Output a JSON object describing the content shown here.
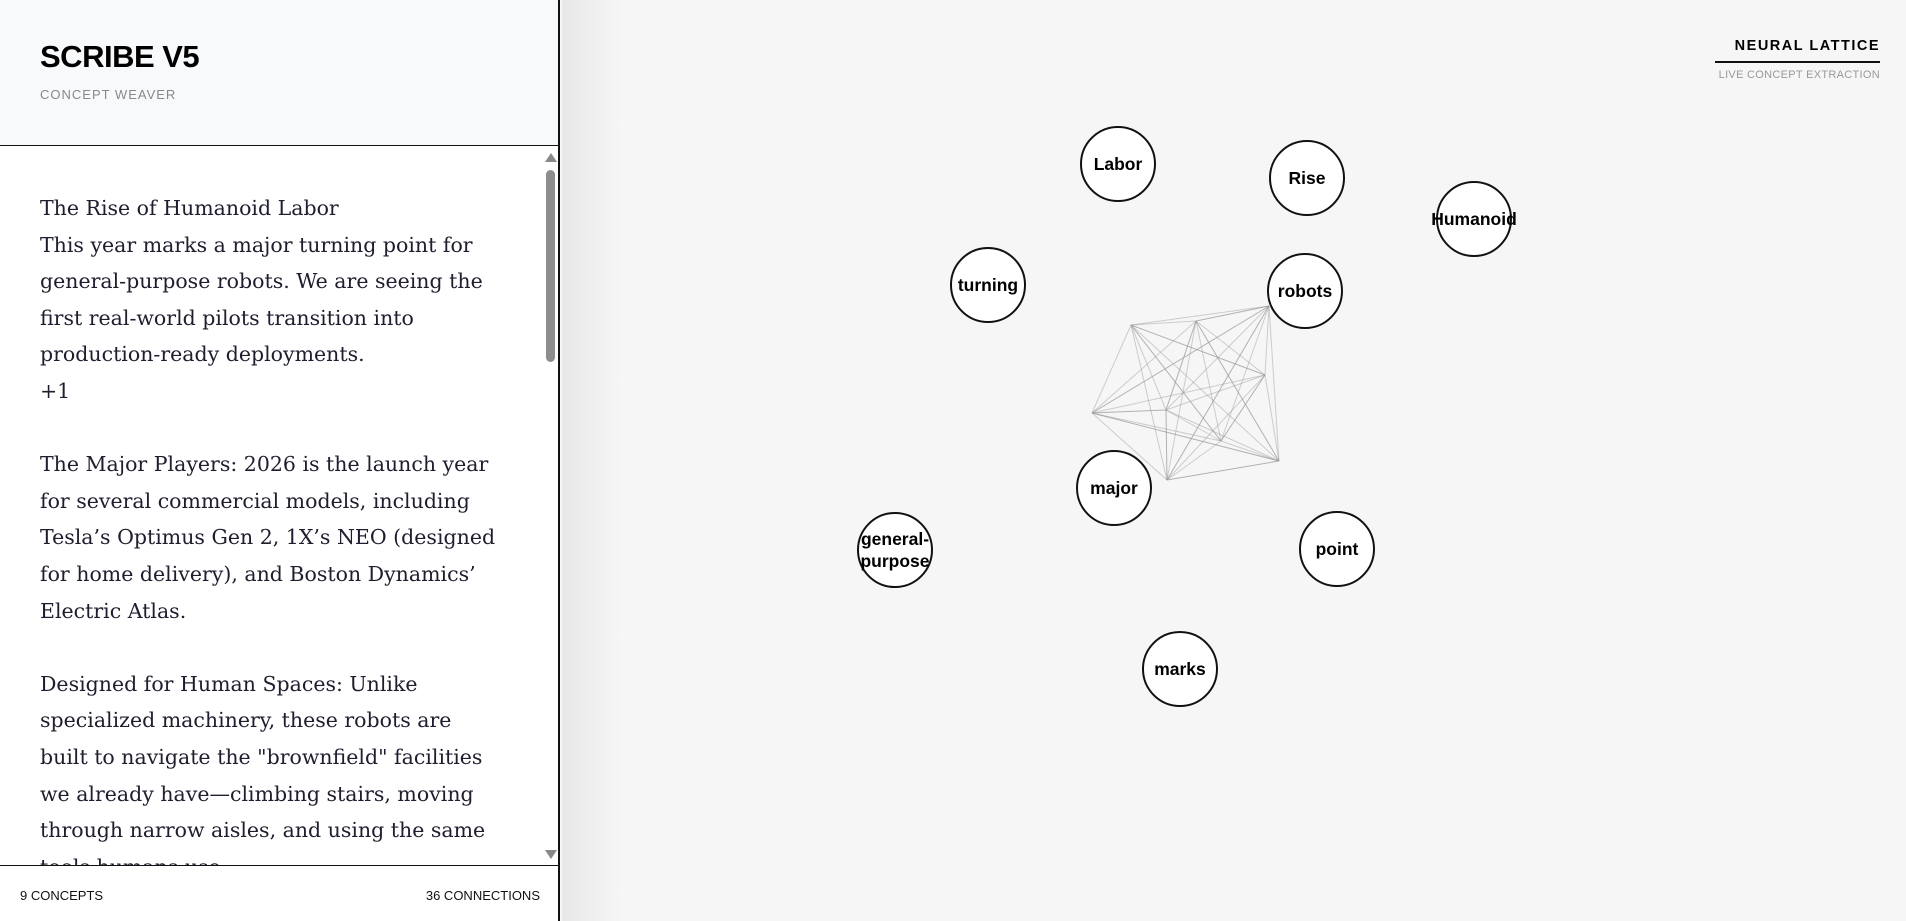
{
  "app": {
    "title": "SCRIBE V5",
    "subtitle": "CONCEPT WEAVER"
  },
  "editor": {
    "paragraphs": [
      "The Rise of Humanoid Labor",
      "This year marks a major turning point for general-purpose robots. We are seeing the first real-world pilots transition into production-ready deployments.",
      "+1",
      "",
      "The Major Players: 2026 is the launch year for several commercial models, including Tesla’s Optimus Gen 2, 1X’s NEO (designed for home delivery), and Boston Dynamics’ Electric Atlas.",
      "",
      "Designed for Human Spaces: Unlike specialized machinery, these robots are built to navigate the \"brownfield\" facilities we already have—climbing stairs, moving through narrow aisles, and using the same tools humans use."
    ]
  },
  "footer": {
    "concepts": "9 CONCEPTS",
    "connections": "36 CONNECTIONS"
  },
  "brand": {
    "title": "NEURAL LATTICE",
    "subtitle": "LIVE CONCEPT EXTRACTION"
  },
  "concepts": [
    {
      "id": "labor",
      "label": "Labor"
    },
    {
      "id": "rise",
      "label": "Rise"
    },
    {
      "id": "humanoid",
      "label": "Humanoid"
    },
    {
      "id": "turning",
      "label": "turning"
    },
    {
      "id": "robots",
      "label": "robots"
    },
    {
      "id": "major",
      "label": "major"
    },
    {
      "id": "general-purpose",
      "label": "general-\npurpose"
    },
    {
      "id": "point",
      "label": "point"
    },
    {
      "id": "marks",
      "label": "marks"
    }
  ],
  "colors": {
    "accent": "#111111",
    "sidebar_header_bg": "#f8f9fb",
    "canvas_bg": "#f6f6f6",
    "link": "#999999"
  }
}
